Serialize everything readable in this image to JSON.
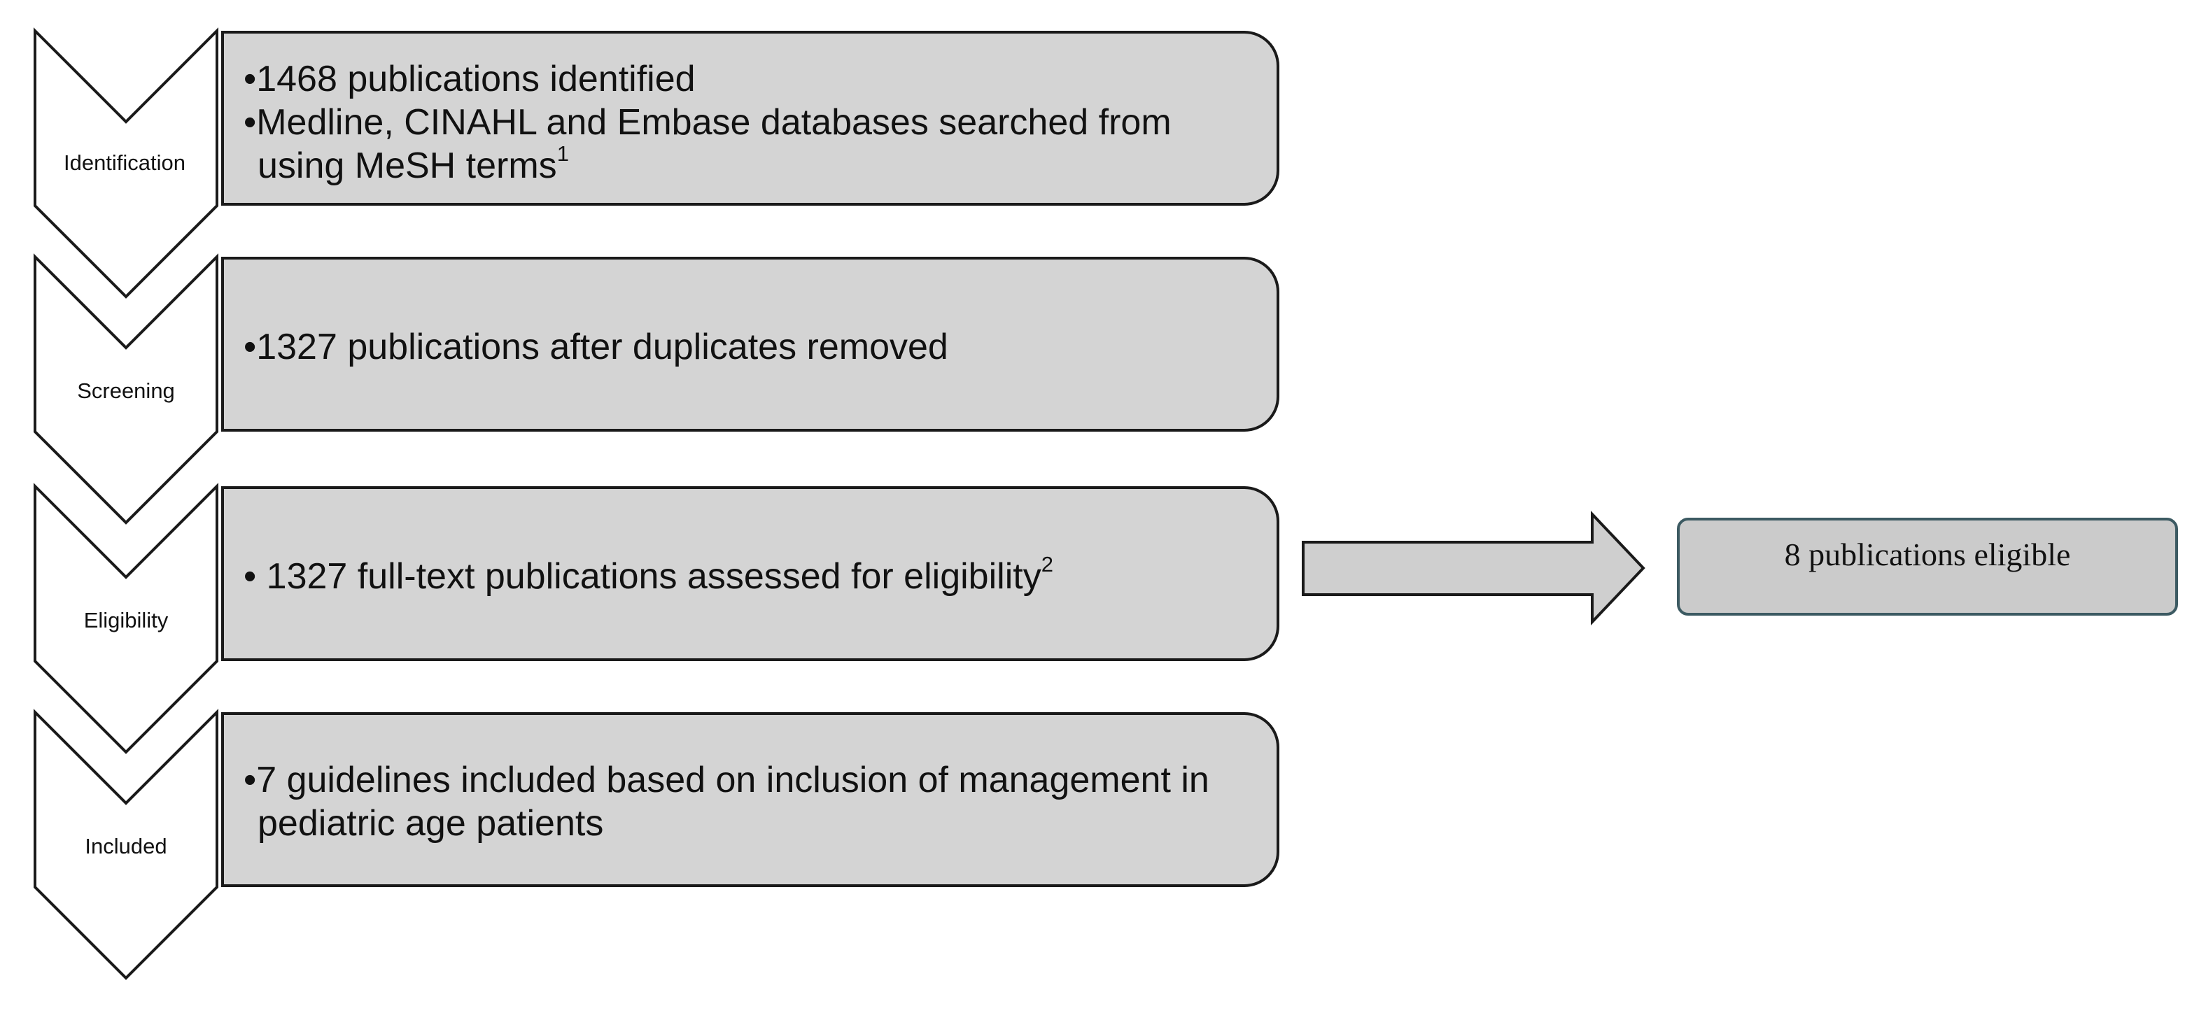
{
  "stages": [
    {
      "label": "Identification",
      "bullets": [
        {
          "text": "1468 publications identified",
          "sup": ""
        },
        {
          "text": "Medline, CINAHL and Embase databases searched from using MeSH terms",
          "sup": "1"
        }
      ]
    },
    {
      "label": "Screening",
      "bullets": [
        {
          "text": "1327 publications after duplicates removed",
          "sup": ""
        }
      ]
    },
    {
      "label": "Eligibility",
      "bullets": [
        {
          "text": " 1327 full-text publications assessed for eligibility",
          "sup": "2"
        }
      ]
    },
    {
      "label": "Included",
      "bullets": [
        {
          "text": "7 guidelines included based on inclusion of management in pediatric age patients",
          "sup": ""
        }
      ]
    }
  ],
  "result": {
    "text": "8 publications eligible"
  },
  "bullet_glyph": "•",
  "colors": {
    "box_fill": "#d4d4d4",
    "outline": "#1a1a1a",
    "result_border": "#3c5a62",
    "arrow_fill": "#cfcfcf"
  }
}
